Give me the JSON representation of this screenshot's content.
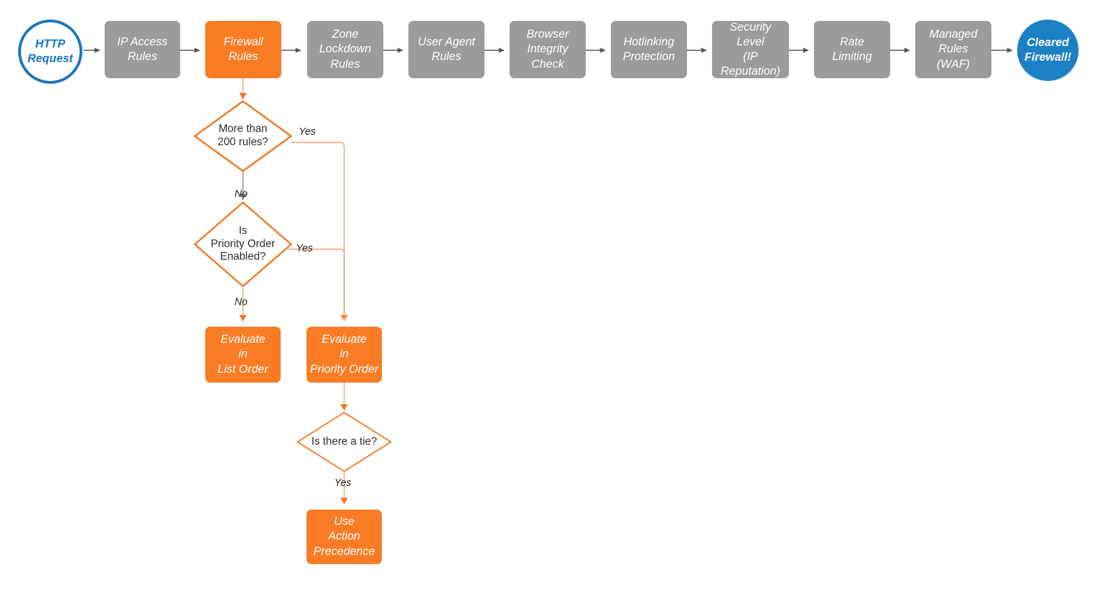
{
  "diagram": {
    "title": "Cloudflare Firewall Rules Evaluation Order",
    "colors": {
      "gray_fill": "#9b9b9b",
      "orange_fill": "#f97c24",
      "orange_stroke": "#ef7622",
      "orange_light_stroke": "#f9b48c",
      "blue_outline": "#1b76bb",
      "blue_fill": "#1b80c4",
      "gray_connector": "#9a9a9a",
      "arrow_dark": "#545454",
      "text_dark": "#2b2b2b",
      "text_white": "#ffffff"
    },
    "pipeline": [
      {
        "id": "http-request",
        "label": "HTTP\nRequest",
        "shape": "circle",
        "style": "outline-blue"
      },
      {
        "id": "ip-access-rules",
        "label": "IP Access\nRules",
        "shape": "rounded-rect",
        "style": "gray"
      },
      {
        "id": "firewall-rules",
        "label": "Firewall\nRules",
        "shape": "rounded-rect",
        "style": "orange"
      },
      {
        "id": "zone-lockdown-rules",
        "label": "Zone\nLockdown\nRules",
        "shape": "rounded-rect",
        "style": "gray"
      },
      {
        "id": "user-agent-rules",
        "label": "User Agent\nRules",
        "shape": "rounded-rect",
        "style": "gray"
      },
      {
        "id": "browser-integrity-check",
        "label": "Browser\nIntegrity\nCheck",
        "shape": "rounded-rect",
        "style": "gray"
      },
      {
        "id": "hotlinking-protection",
        "label": "Hotlinking\nProtection",
        "shape": "rounded-rect",
        "style": "gray"
      },
      {
        "id": "security-level",
        "label": "Security\nLevel\n(IP Reputation)",
        "shape": "rounded-rect",
        "style": "gray"
      },
      {
        "id": "rate-limiting",
        "label": "Rate\nLimiting",
        "shape": "rounded-rect",
        "style": "gray"
      },
      {
        "id": "managed-rules-waf",
        "label": "Managed\nRules\n(WAF)",
        "shape": "rounded-rect",
        "style": "gray"
      },
      {
        "id": "cleared-firewall",
        "label": "Cleared\nFirewall!",
        "shape": "circle",
        "style": "filled-blue"
      }
    ],
    "branch": {
      "decisions": [
        {
          "id": "more-than-200-rules",
          "label": "More than\n200 rules?"
        },
        {
          "id": "is-priority-order-enabled",
          "label": "Is\nPriority Order\nEnabled?"
        },
        {
          "id": "is-there-a-tie",
          "label": "Is there a tie?"
        }
      ],
      "outcomes": [
        {
          "id": "evaluate-in-list-order",
          "label": "Evaluate\nin\nList Order"
        },
        {
          "id": "evaluate-in-priority-order",
          "label": "Evaluate\nin\nPriority Order"
        },
        {
          "id": "use-action-precedence",
          "label": "Use\nAction\nPrecedence"
        }
      ],
      "edge_labels": {
        "rules_yes": "Yes",
        "rules_no": "No",
        "priority_yes": "Yes",
        "priority_no": "No",
        "tie_yes": "Yes"
      }
    }
  }
}
